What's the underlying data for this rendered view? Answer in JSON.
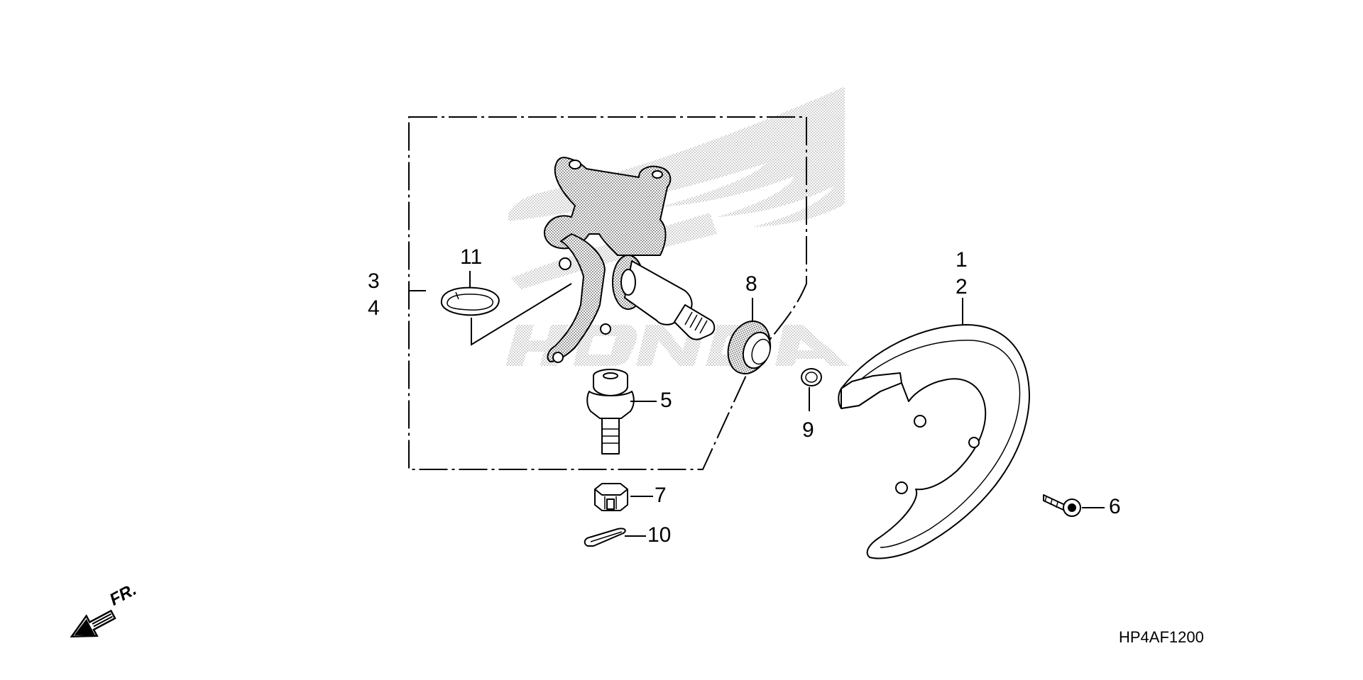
{
  "diagram": {
    "callouts": {
      "c1": "1",
      "c2": "2",
      "c3": "3",
      "c4": "4",
      "c5": "5",
      "c6": "6",
      "c7": "7",
      "c8": "8",
      "c9": "9",
      "c10": "10",
      "c11": "11"
    },
    "diagram_code": "HP4AF1200",
    "direction_arrow_label": "FR.",
    "icons": {
      "watermark": "honda-wing-logo",
      "direction": "front-direction-arrow-icon"
    }
  }
}
